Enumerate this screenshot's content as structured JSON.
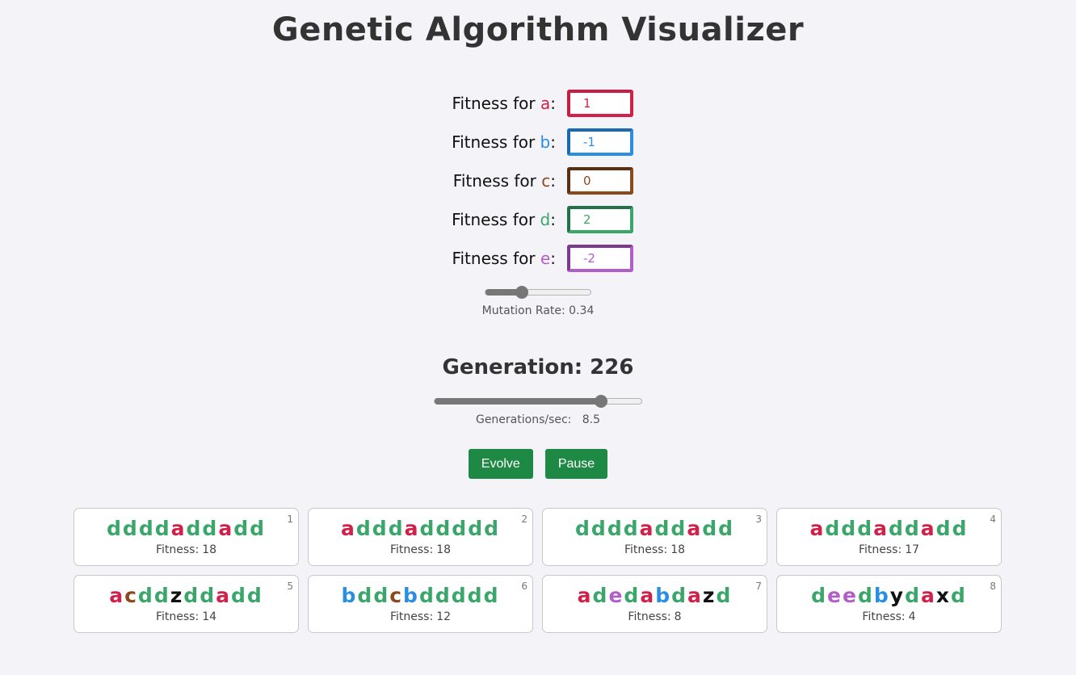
{
  "title": "Genetic Algorithm Visualizer",
  "fitness_label_prefix": "Fitness for",
  "fitness": [
    {
      "char": "a",
      "value": "1",
      "color": "#d0214a",
      "border": "#c81d42"
    },
    {
      "char": "b",
      "value": "-1",
      "color": "#2a8fe3",
      "border": "#1a6ab0"
    },
    {
      "char": "c",
      "value": "0",
      "color": "#8a4a1c",
      "border": "#5a2e10"
    },
    {
      "char": "d",
      "value": "2",
      "color": "#3aa66a",
      "border": "#24704a"
    },
    {
      "char": "e",
      "value": "-2",
      "color": "#b25ec9",
      "border": "#7c3a8e"
    }
  ],
  "mutation": {
    "label": "Mutation Rate: 0.34",
    "value": 0.34
  },
  "generation": {
    "label": "Generation: 226"
  },
  "speed": {
    "label": "Generations/sec:",
    "value_text": "8.5",
    "fraction": 0.8
  },
  "buttons": {
    "evolve": "Evolve",
    "pause": "Pause"
  },
  "fitness_text": "Fitness:",
  "char_colors": {
    "a": "#d0214a",
    "b": "#2a8fe3",
    "c": "#8a4a1c",
    "d": "#3aa66a",
    "e": "#b25ec9",
    "other": "#111111"
  },
  "population": [
    {
      "rank": "1",
      "genome": "ddddaddadd",
      "fitness": "18"
    },
    {
      "rank": "2",
      "genome": "adddaddddd",
      "fitness": "18"
    },
    {
      "rank": "3",
      "genome": "ddddaddadd",
      "fitness": "18"
    },
    {
      "rank": "4",
      "genome": "adddaddadd",
      "fitness": "17"
    },
    {
      "rank": "5",
      "genome": "acddzddadd",
      "fitness": "14"
    },
    {
      "rank": "6",
      "genome": "bddcbddddd",
      "fitness": "12"
    },
    {
      "rank": "7",
      "genome": "adedabdazd",
      "fitness": "8"
    },
    {
      "rank": "8",
      "genome": "deedbydaxd",
      "fitness": "4"
    }
  ]
}
